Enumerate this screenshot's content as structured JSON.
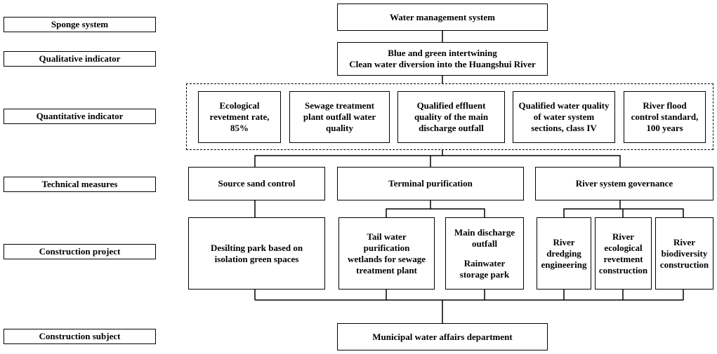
{
  "levels": {
    "sponge": "Sponge system",
    "qualitative": "Qualitative indicator",
    "quantitative": "Quantitative indicator",
    "technical": "Technical measures",
    "project": "Construction project",
    "subject": "Construction subject"
  },
  "system": "Water management system",
  "qualitative": {
    "line1": "Blue and green intertwining",
    "line2": "Clean water diversion into the Huangshui River"
  },
  "quantitative": [
    [
      "Ecological",
      "revetment rate,",
      "85%"
    ],
    [
      "Sewage treatment",
      "plant outfall water",
      "quality"
    ],
    [
      "Qualified effluent",
      "quality of the main",
      "discharge outfall"
    ],
    [
      "Qualified water quality",
      "of water system",
      "sections, class IV"
    ],
    [
      "River flood",
      "control standard,",
      "100 years"
    ]
  ],
  "measures": [
    "Source sand control",
    "Terminal purification",
    "River system governance"
  ],
  "projects": {
    "desilting": [
      "Desilting park based on",
      "isolation green spaces"
    ],
    "tail_water": [
      "Tail water",
      "purification",
      "wetlands for sewage",
      "treatment plant"
    ],
    "outfall": [
      "Main discharge",
      "outfall",
      "Rainwater",
      "storage park"
    ],
    "dredging": [
      "River",
      "dredging",
      "engineering"
    ],
    "revetment": [
      "River",
      "ecological",
      "revetment",
      "construction"
    ],
    "biodiversity": [
      "River",
      "biodiversity",
      "construction"
    ]
  },
  "subject": "Municipal water affairs department"
}
